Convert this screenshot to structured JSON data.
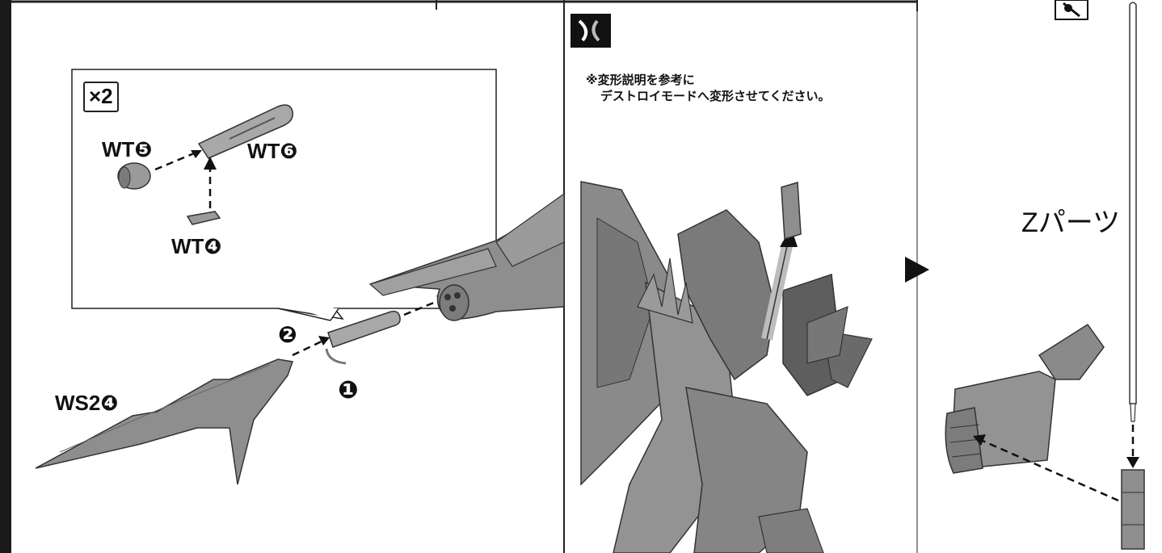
{
  "left_panel": {
    "inset": {
      "multiplier": "×2",
      "parts": [
        "WT❺",
        "WT❻",
        "WT❹"
      ]
    },
    "step_markers": [
      "❷",
      "❶"
    ],
    "part_label": "WS2❹"
  },
  "middle_panel": {
    "note_line1": "※変形説明を参考に",
    "note_line2": "デストロイモードへ変形させてください。"
  },
  "right_panel": {
    "part_label": "Zパーツ"
  },
  "colors": {
    "ink": "#111111",
    "part_gray": "#8e8e8e",
    "dark_gray": "#5a5a5a",
    "light_gray": "#bdbdbd"
  }
}
